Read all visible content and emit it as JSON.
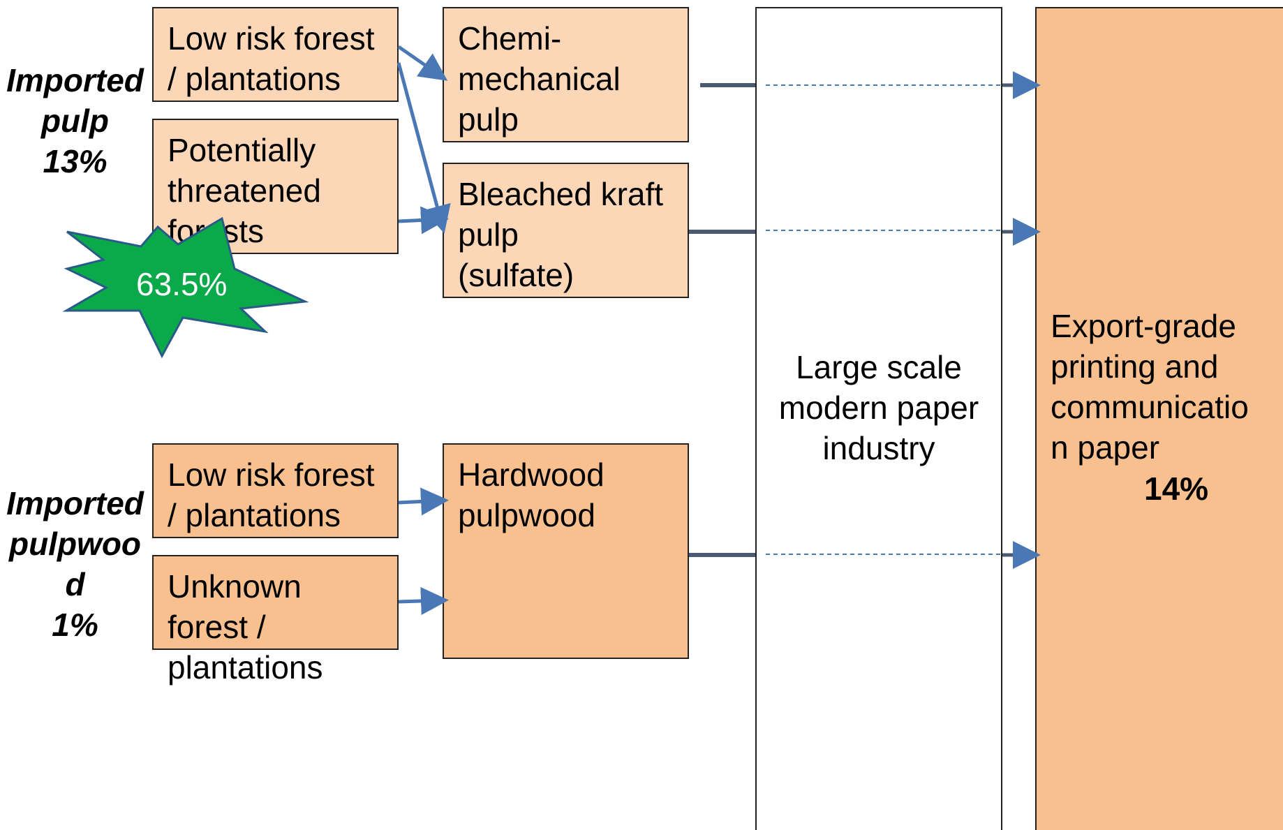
{
  "left_labels": {
    "imported_pulp": "Imported\npulp\n13%",
    "imported_pulpwood": "Imported\npulpwoo\nd\n1%"
  },
  "sources": {
    "low_risk_1": "Low risk forest\n/ plantations",
    "threatened": "Potentially\nthreatened\nforests",
    "low_risk_2": "Low risk forest\n/ plantations",
    "unknown": "Unknown\nforest /\nplantations"
  },
  "pulp": {
    "chemi_mechanical": "Chemi-\nmechanical\npulp",
    "bleached_kraft": "Bleached kraft\npulp\n(sulfate)",
    "hardwood": "Hardwood\npulpwood"
  },
  "industry": "Large scale\nmodern paper\nindustry",
  "output": {
    "label": "Export-grade\nprinting  and\ncommunicatio\nn paper",
    "percent": "14%"
  },
  "starburst": {
    "value": "63.5%",
    "color": "#0aaa4a"
  },
  "colors": {
    "arrow": "#4a78b5",
    "light_box": "#fbd6b7",
    "mid_box": "#f8bf8f"
  }
}
